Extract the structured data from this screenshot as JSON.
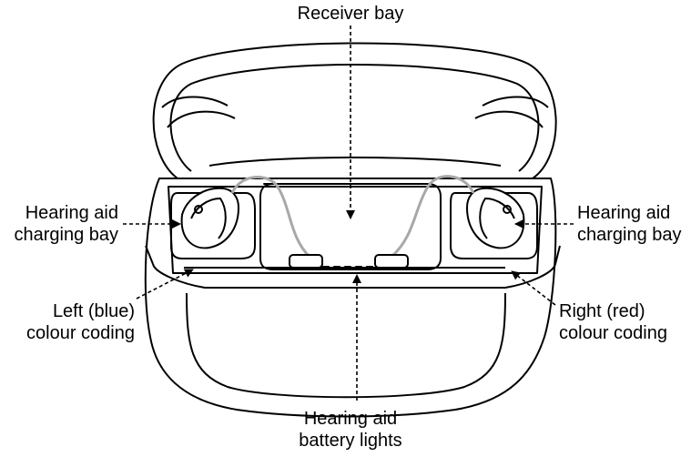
{
  "labels": {
    "receiver_bay": "Receiver bay",
    "left_charging_bay": [
      "Hearing aid",
      "charging bay"
    ],
    "right_charging_bay": [
      "Hearing aid",
      "charging bay"
    ],
    "left_colour_coding": [
      "Left (blue)",
      "colour coding"
    ],
    "right_colour_coding": [
      "Right (red)",
      "colour coding"
    ],
    "battery_lights": [
      "Hearing aid",
      "battery lights"
    ]
  },
  "colors": {
    "line": "#000000",
    "tube": "#a8a8a8",
    "background": "#ffffff"
  }
}
